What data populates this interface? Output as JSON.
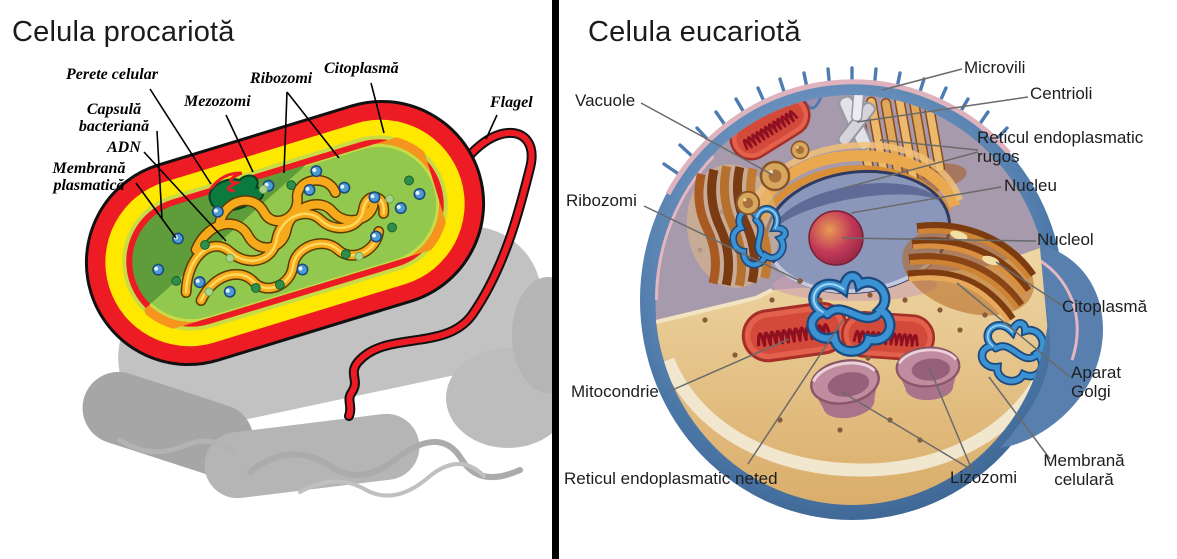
{
  "left_panel": {
    "title": "Celula procariotă",
    "labels": {
      "perete": "Perete celular",
      "capsula": "Capsulă bacteriană",
      "adn": "ADN",
      "membrana": "Membrană plasmatică",
      "mezozomi": "Mezozomi",
      "ribozomi": "Ribozomi",
      "citoplasma": "Citoplasmă",
      "flagel": "Flagel"
    }
  },
  "right_panel": {
    "title": "Celula eucariotă",
    "labels": {
      "vacuole": "Vacuole",
      "ribozomi": "Ribozomi",
      "mitocondrie": "Mitocondrie",
      "re_neted": "Reticul endoplasmatic neted",
      "microvili": "Microvili",
      "centrioli": "Centrioli",
      "re_rugos": "Reticul endoplasmatic rugos",
      "nucleu": "Nucleu",
      "nucleol": "Nucleol",
      "citoplasma": "Citoplasmă",
      "aparat_golgi": "Aparat Golgi",
      "membrana_celulara": "Membrană celulară",
      "lizozomi": "Lizozomi"
    }
  },
  "colors": {
    "divider": "#000000",
    "leader_line_left": "#000000",
    "leader_line_right": "#6a6a6a",
    "capsule_red": "#ed1c24",
    "wall_yellow": "#ffe800",
    "cytoplasm_green": "#5f9c3a",
    "cytoplasm_cut_green": "#93c84e",
    "dna_gold": "#f7a91c",
    "mesosome_green": "#0b7a3e",
    "silhouette_gray": "#b9b9b9",
    "euk_membrane_blue": "#5b84b5",
    "euk_rim_pink": "#e3b7c1",
    "euk_floor_tan": "#e7c astonish",
    "euk_wall_mauve": "#a79aac",
    "nucleus_slate": "#8b96bb",
    "nucleolus_red": "#c23a58"
  }
}
